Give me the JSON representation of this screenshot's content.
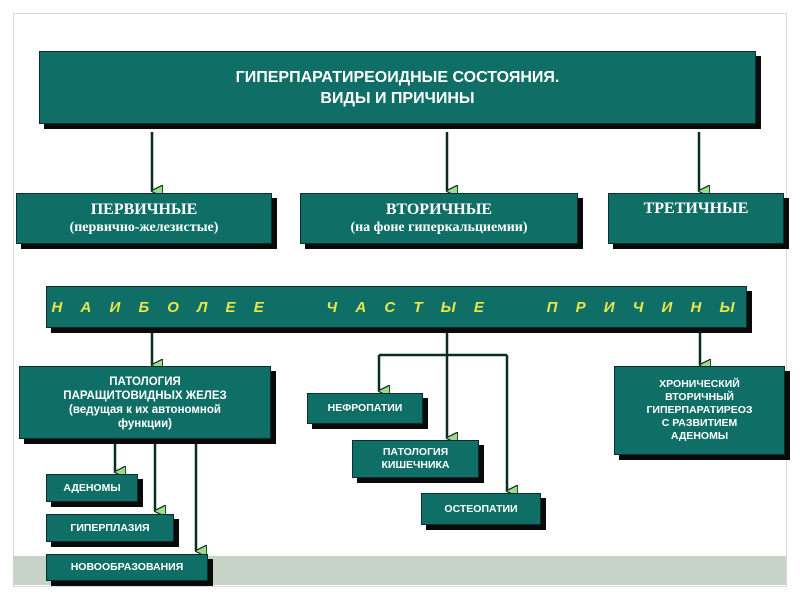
{
  "title": {
    "line1": "ГИПЕРПАРАТИРЕОИДНЫЕ  СОСТОЯНИЯ.",
    "line2": "ВИДЫ  И   ПРИЧИНЫ"
  },
  "types": {
    "primary": {
      "label": "ПЕРВИЧНЫЕ",
      "sub": "(первично-железистые)"
    },
    "secondary": {
      "label": "ВТОРИЧНЫЕ",
      "sub": "(на фоне гиперкальциемии)"
    },
    "tertiary": {
      "label": "ТРЕТИЧНЫЕ"
    }
  },
  "causes_banner": "Н А И Б О Л Е Е     Ч А С Т Ы Е     П Р И Ч И Н Ы",
  "primary_cause": {
    "line1": "ПАТОЛОГИЯ",
    "line2": "ПАРАЩИТОВИДНЫХ  ЖЕЛЕЗ",
    "line3": "(ведущая к их автономной",
    "line4": "функции)",
    "adenomas": "АДЕНОМЫ",
    "hyperplasia": "ГИПЕРПЛАЗИЯ",
    "neoplasms": "НОВООБРАЗОВАНИЯ"
  },
  "secondary_causes": {
    "nephropathy": "НЕФРОПАТИИ",
    "intestine_line1": "ПАТОЛОГИЯ",
    "intestine_line2": "КИШЕЧНИКА",
    "osteopathy": "ОСТЕОПАТИИ"
  },
  "tertiary_cause": {
    "line1": "ХРОНИЧЕСКИЙ",
    "line2": "ВТОРИЧНЫЙ",
    "line3": "ГИПЕРПАРАТИРЕОЗ",
    "line4": "С  РАЗВИТИЕМ",
    "line5": "АДЕНОМЫ"
  },
  "colors": {
    "box_fill": "#0f6f66",
    "box_text": "#ffffff",
    "banner_text": "#e8e64a",
    "arrow_line": "#0a2e1e",
    "arrow_head": "#9fd98f",
    "bottom_band": "#c8d3c8"
  }
}
